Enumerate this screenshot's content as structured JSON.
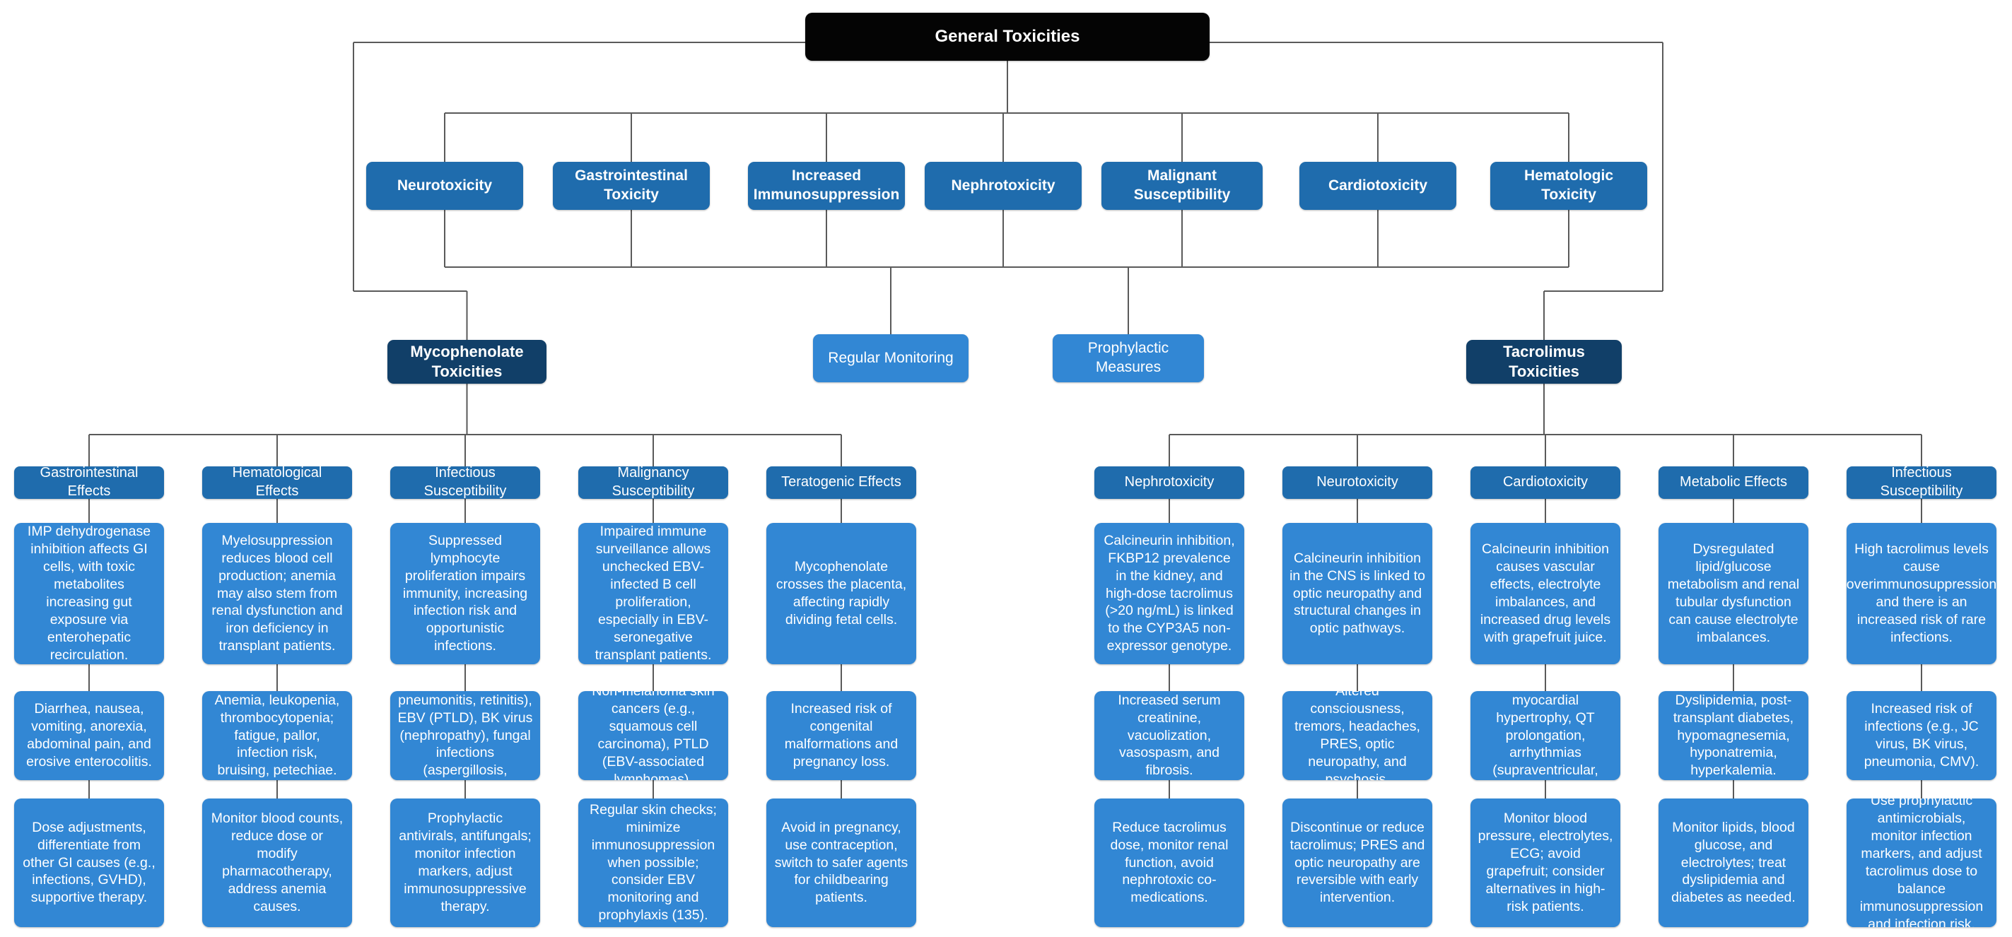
{
  "colors": {
    "root": "#040404",
    "category": "#1f6cad",
    "drug": "#113f68",
    "action": "#3287d4",
    "leaf": "#3287d4",
    "edge": "#5a5a5a",
    "text": "#ffffff"
  },
  "root": {
    "label": "General Toxicities"
  },
  "general_categories": [
    {
      "label": "Neurotoxicity"
    },
    {
      "label": "Gastrointestinal Toxicity"
    },
    {
      "label": "Increased Immunosuppression"
    },
    {
      "label": "Nephrotoxicity"
    },
    {
      "label": "Malignant Susceptibility"
    },
    {
      "label": "Cardiotoxicity"
    },
    {
      "label": "Hematologic Toxicity"
    }
  ],
  "mid_nodes": [
    {
      "label": "Mycophenolate Toxicities",
      "type": "drug"
    },
    {
      "label": "Regular Monitoring",
      "type": "action"
    },
    {
      "label": "Prophylactic Measures",
      "type": "action"
    },
    {
      "label": "Tacrolimus Toxicities",
      "type": "drug"
    }
  ],
  "mycophenolate_columns": [
    {
      "header": "Gastrointestinal Effects",
      "mechanism": "IMP dehydrogenase inhibition affects GI cells, with toxic metabolites increasing gut exposure via enterohepatic recirculation.",
      "manifestation": "Diarrhea, nausea, vomiting, anorexia, abdominal pain, and erosive enterocolitis.",
      "management": "Dose adjustments, differentiate from other GI causes (e.g., infections, GVHD), supportive therapy."
    },
    {
      "header": "Hematological Effects",
      "mechanism": "Myelosuppression reduces blood cell production; anemia may also stem from renal dysfunction and iron deficiency in transplant patients.",
      "manifestation": "Anemia, leukopenia, thrombocytopenia; fatigue, pallor, infection risk, bruising, petechiae.",
      "management": "Monitor blood counts, reduce dose or modify pharmacotherapy, address anemia causes."
    },
    {
      "header": "Infectious Susceptibility",
      "mechanism": "Suppressed lymphocyte proliferation impairs immunity, increasing infection risk and opportunistic infections.",
      "manifestation": "CMV (colitis, pneumonitis, retinitis), EBV (PTLD), BK virus (nephropathy), fungal infections (aspergillosis, candidiasis).",
      "management": "Prophylactic antivirals, antifungals; monitor infection markers, adjust immunosuppressive therapy."
    },
    {
      "header": "Malignancy Susceptibility",
      "mechanism": "Impaired immune surveillance allows unchecked EBV-infected B cell proliferation, especially in EBV-seronegative transplant patients.",
      "manifestation": "Non-melanoma skin cancers (e.g., squamous cell carcinoma), PTLD (EBV-associated lymphomas).",
      "management": "Regular skin checks; minimize immunosuppression when possible; consider EBV monitoring and prophylaxis (135)."
    },
    {
      "header": "Teratogenic Effects",
      "mechanism": "Mycophenolate crosses the placenta, affecting rapidly dividing fetal cells.",
      "manifestation": "Increased risk of congenital malformations and pregnancy loss.",
      "management": "Avoid in pregnancy, use contraception, switch to safer agents for childbearing patients."
    }
  ],
  "tacrolimus_columns": [
    {
      "header": "Nephrotoxicity",
      "mechanism": "Calcineurin inhibition, FKBP12 prevalence in the kidney, and high-dose tacrolimus (>20 ng/mL) is linked to the CYP3A5 non-expressor genotype.",
      "manifestation": "Increased serum creatinine, vacuolization, vasospasm, and fibrosis.",
      "management": "Reduce tacrolimus dose, monitor renal function, avoid nephrotoxic co-medications."
    },
    {
      "header": "Neurotoxicity",
      "mechanism": "Calcineurin inhibition in the CNS is linked to optic neuropathy and structural changes in optic pathways.",
      "manifestation": "Altered consciousness, tremors, headaches, PRES, optic neuropathy, and psychosis.",
      "management": "Discontinue or reduce tacrolimus; PRES and optic neuropathy are reversible with early intervention."
    },
    {
      "header": "Cardiotoxicity",
      "mechanism": "Calcineurin inhibition causes vascular effects, electrolyte imbalances, and increased drug levels with grapefruit juice.",
      "manifestation": "Hypertension, myocardial hypertrophy, QT prolongation, arrhythmias (supraventricular, bradyarrhythmias).",
      "management": "Monitor blood pressure, electrolytes, ECG; avoid grapefruit; consider alternatives in high-risk patients."
    },
    {
      "header": "Metabolic Effects",
      "mechanism": "Dysregulated lipid/glucose metabolism and renal tubular dysfunction can cause electrolyte imbalances.",
      "manifestation": "Dyslipidemia, post-transplant diabetes, hypomagnesemia, hyponatremia, hyperkalemia.",
      "management": "Monitor lipids, blood glucose, and electrolytes; treat dyslipidemia and diabetes as needed."
    },
    {
      "header": "Infectious Susceptibility",
      "mechanism": "High tacrolimus levels cause overimmunosuppression and there is an increased risk of rare infections.",
      "manifestation": "Increased risk of infections (e.g., JC virus, BK virus, pneumonia, CMV).",
      "management": "Use prophylactic antimicrobials, monitor infection markers, and adjust tacrolimus dose to balance immunosuppression and infection risk."
    }
  ]
}
